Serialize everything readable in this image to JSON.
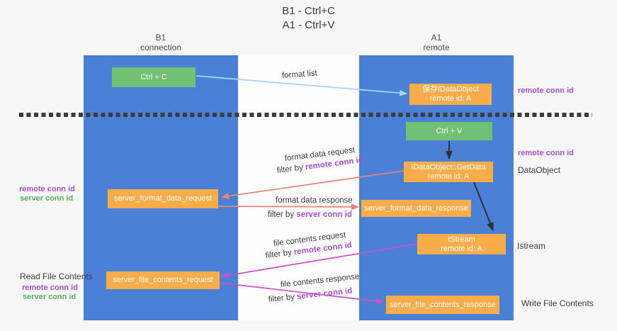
{
  "title": {
    "line1": "B1 - Ctrl+C",
    "line2": "A1 - Ctrl+V"
  },
  "columns": {
    "left": {
      "name": "B1",
      "subtitle": "connection"
    },
    "right": {
      "name": "A1",
      "subtitle": "remote"
    }
  },
  "boxes": {
    "ctrl_c": {
      "label": "Ctrl + C"
    },
    "ctrl_v": {
      "label": "Ctrl + V"
    },
    "save_dataobject": {
      "line1": "保存IDataObject",
      "line2": "remote id: A"
    },
    "getdata": {
      "line1": "IDataObject::GetData",
      "line2": "remote id: A"
    },
    "istream": {
      "line1": "IStream",
      "line2": "remote id: A"
    },
    "server_format_data_request": {
      "label": "server_format_data_request"
    },
    "server_format_data_response": {
      "label": "server_format_data_response"
    },
    "server_file_contents_request": {
      "label": "server_file_contents_request"
    },
    "server_file_contents_response": {
      "label": "server_file_contents_response"
    }
  },
  "flow_labels": {
    "format_list": "format list",
    "format_data_request": "format data request",
    "format_data_response": "format data response",
    "file_contents_request": "file contents request",
    "file_contents_response": "file contents response",
    "filter_by": "filter by",
    "remote_conn_id": "remote conn id",
    "server_conn_id": "server conn id"
  },
  "side_labels": {
    "remote_conn_id": "remote conn id",
    "server_conn_id": "server conn id",
    "dataobject": "DataObject",
    "istream": "Istream",
    "read_file_contents": "Read File Contents",
    "write_file_contents": "Write File Contents"
  },
  "colors": {
    "column_blue": "#4a81d7",
    "box_green": "#72c074",
    "box_orange": "#f8ac4a",
    "purple_text": "#a94fd0",
    "green_text": "#53b45a",
    "arrow_salmon": "#e8837b",
    "arrow_magenta": "#c94fc9",
    "arrow_lightblue": "#a9d3f2",
    "arrow_black": "#2f2f2f",
    "dash_line": "#3b3b3b"
  }
}
